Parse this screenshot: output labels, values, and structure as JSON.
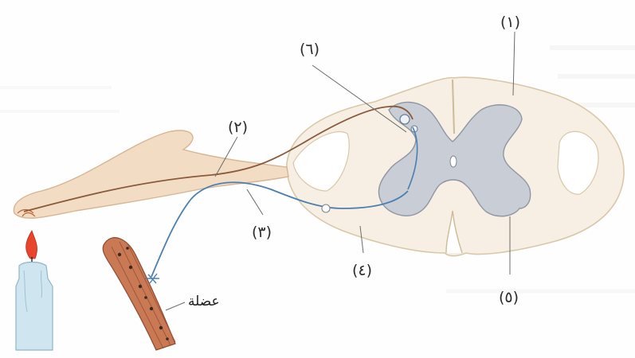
{
  "labels": {
    "l1": "(١)",
    "l2": "(٢)",
    "l3": "(٣)",
    "l4": "(٤)",
    "l5": "(٥)",
    "l6": "(٦)",
    "muscle": "عضلة"
  },
  "colors": {
    "sensory_neuron": "#8a5a3a",
    "motor_neuron": "#4a7fb0",
    "gray_matter": "#c9ced6",
    "white_matter": "#f6efe4",
    "cord_outline": "#c8b89a",
    "skin": "#f3dcc4",
    "muscle": "#c97a55",
    "candle": "#cfe6f0",
    "flame": "#e8452c"
  },
  "icons": [
    "candle-icon",
    "flame-icon",
    "muscle-fiber-icon",
    "hand-icon",
    "spinal-cord-icon"
  ]
}
